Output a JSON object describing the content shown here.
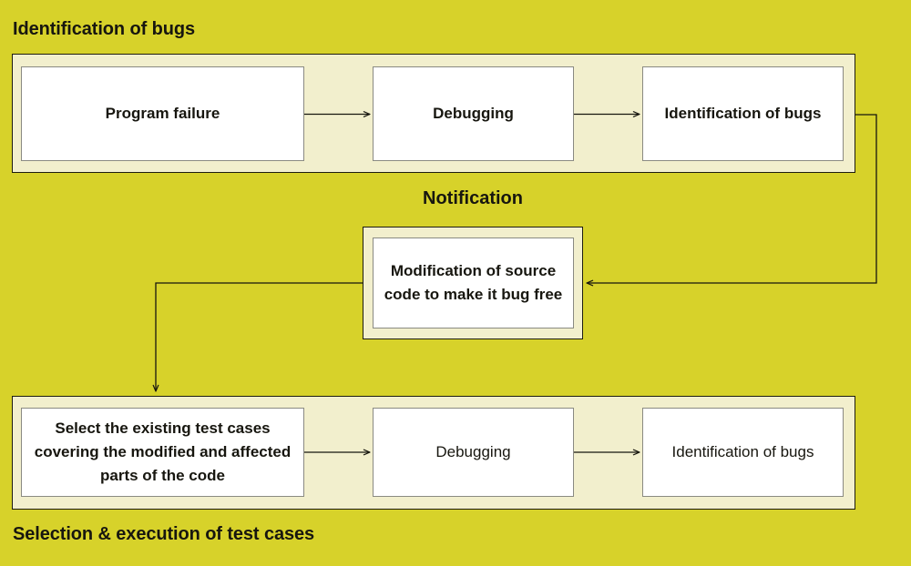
{
  "diagram": {
    "title_top": "Identification of bugs",
    "title_bottom": "Selection & execution of test cases",
    "title_middle": "Notification",
    "colors": {
      "background": "#d7d22a",
      "band_fill": "#f2efcd",
      "node_fill": "#ffffff",
      "band_border": "#1d1c10",
      "node_border": "#8a8a82",
      "text": "#17160f",
      "connector": "#17160f"
    },
    "top_row": {
      "caption": "Identification of bugs",
      "nodes": [
        {
          "id": "program-failure",
          "label": "Program failure"
        },
        {
          "id": "debugging-top",
          "label": "Debugging"
        },
        {
          "id": "identification-of-bugs-top",
          "label": "Identification of bugs"
        }
      ]
    },
    "middle": {
      "caption": "Notification",
      "node": {
        "id": "modify-source-code",
        "label": "Modification of source code to make it bug free"
      }
    },
    "bottom_row": {
      "caption": "Selection & execution of test cases",
      "nodes": [
        {
          "id": "select-test-cases",
          "label": "Select the existing test cases covering the modified and affected parts of the code"
        },
        {
          "id": "debugging-bottom",
          "label": "Debugging"
        },
        {
          "id": "identification-of-bugs-bottom",
          "label": "Identification of bugs"
        }
      ]
    },
    "connectors": [
      {
        "from": "program-failure",
        "to": "debugging-top",
        "direction": "right"
      },
      {
        "from": "debugging-top",
        "to": "identification-of-bugs-top",
        "direction": "right"
      },
      {
        "from": "identification-of-bugs-top",
        "to": "modify-source-code",
        "direction": "right-down-left"
      },
      {
        "from": "modify-source-code",
        "to": "select-test-cases",
        "direction": "left-down"
      },
      {
        "from": "select-test-cases",
        "to": "debugging-bottom",
        "direction": "right"
      },
      {
        "from": "debugging-bottom",
        "to": "identification-of-bugs-bottom",
        "direction": "right"
      }
    ]
  }
}
